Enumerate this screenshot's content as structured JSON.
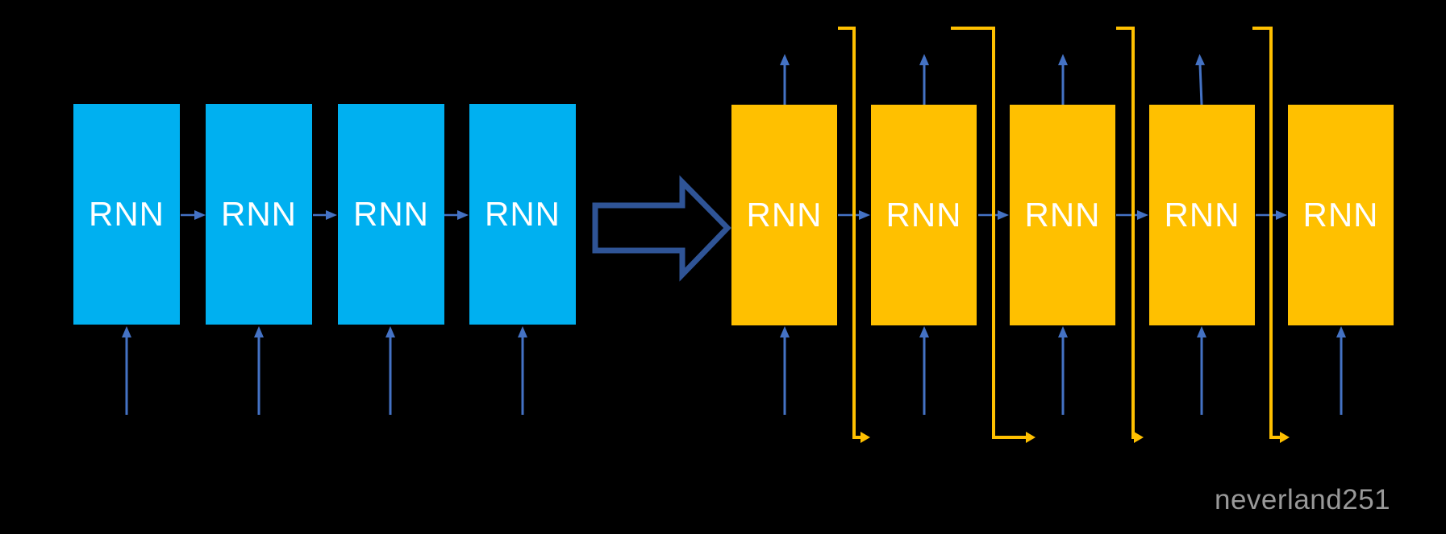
{
  "diagram": {
    "kind": "rnn-architecture-transformation",
    "left_group": {
      "role": "plain sequential RNN chain",
      "block_fill": "#00B0F0",
      "blocks": [
        {
          "label": "RNN"
        },
        {
          "label": "RNN"
        },
        {
          "label": "RNN"
        },
        {
          "label": "RNN"
        }
      ]
    },
    "right_group": {
      "role": "RNN chain with feedback/skip connections",
      "block_fill": "#FFC000",
      "blocks": [
        {
          "label": "RNN"
        },
        {
          "label": "RNN"
        },
        {
          "label": "RNN"
        },
        {
          "label": "RNN"
        },
        {
          "label": "RNN"
        }
      ]
    },
    "colors": {
      "background": "#000000",
      "left_block": "#00B0F0",
      "right_block": "#FFC000",
      "connector_blue": "#4472C4",
      "feedback_yellow": "#FFC000",
      "transform_arrow_outline": "#2F5496",
      "block_text": "#FFFFFF",
      "watermark_gray": "#999999"
    },
    "watermark": {
      "text": "neverland251"
    }
  }
}
